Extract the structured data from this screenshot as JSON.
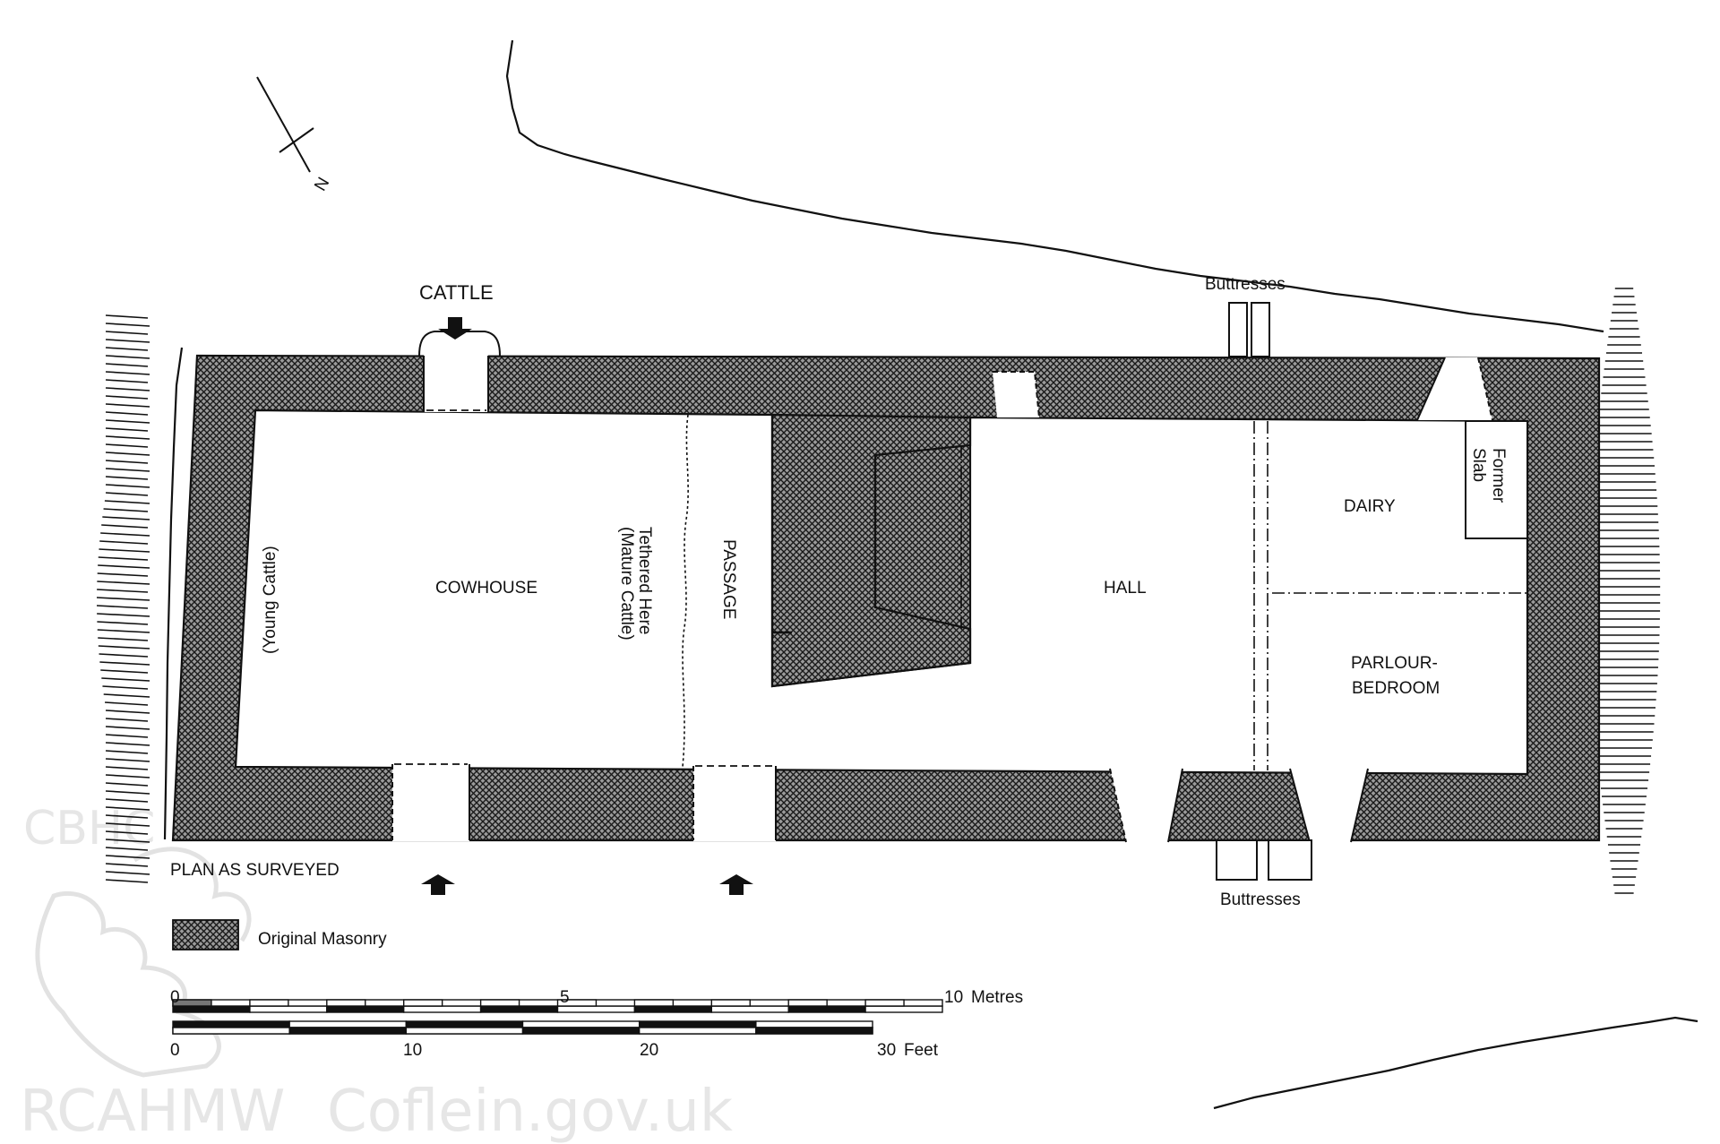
{
  "labels": {
    "cattle": "CATTLE",
    "buttresses_top": "Buttresses",
    "buttresses_bottom": "Buttresses",
    "cowhouse": "COWHOUSE",
    "young_cattle": "(Young Cattle)",
    "mature_cattle_line1": "(Mature Cattle)",
    "mature_cattle_line2": "Tethered Here",
    "passage": "PASSAGE",
    "hall": "HALL",
    "dairy": "DAIRY",
    "former_slab_line1": "Former",
    "former_slab_line2": "Slab",
    "parlour_line1": "PARLOUR-",
    "parlour_line2": "BEDROOM",
    "plan_title": "PLAN AS SURVEYED",
    "north": "N"
  },
  "legend": {
    "masonry_label": "Original Masonry"
  },
  "scale_metres": {
    "ticks": [
      "0",
      "5",
      "10"
    ],
    "unit": "Metres"
  },
  "scale_feet": {
    "ticks": [
      "0",
      "10",
      "20",
      "30"
    ],
    "unit": "Feet"
  },
  "watermark": {
    "left": "RCAHMW",
    "right": "Coflein.gov.uk",
    "badge": "CBHC"
  },
  "colors": {
    "ink": "#111111",
    "watermark": "#e6e6e6"
  }
}
